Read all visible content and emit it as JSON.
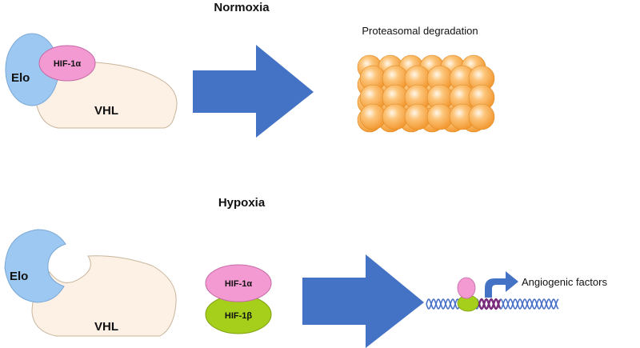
{
  "normoxia": {
    "title": "Normoxia",
    "elo_label": "Elo",
    "hif1a_label": "HIF-1α",
    "vhl_label": "VHL",
    "result_label": "Proteasomal degradation"
  },
  "hypoxia": {
    "title": "Hypoxia",
    "elo_label": "Elo",
    "vhl_label": "VHL",
    "hif1a_label": "HIF-1α",
    "hif1b_label": "HIF-1β",
    "result_label": "Angiogenic factors"
  },
  "colors": {
    "elo": "#9cc8f2",
    "vhl": "#fdf1e6",
    "hif1a": "#f49ad2",
    "hif1b": "#a6cf1c",
    "arrow": "#4472c4",
    "proteasome": "#f5a53f",
    "dna_strand": "#4a72c8",
    "dna_highlight": "#7a2a7a"
  }
}
